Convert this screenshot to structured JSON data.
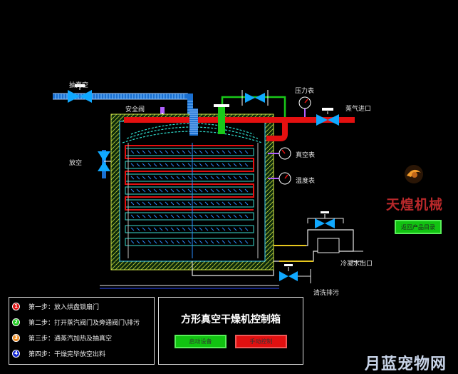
{
  "diagram": {
    "labels": {
      "vacuum_pump": "抽真空",
      "safety_valve": "安全阀",
      "pressure_gauge": "压力表",
      "steam_inlet": "蒸气进口",
      "vent": "放空",
      "vacuum_gauge": "真空表",
      "temp_gauge": "温度表",
      "condensate_outlet": "冷凝水出口",
      "cleaning_drain": "清洗排污"
    }
  },
  "steps": [
    {
      "num": "1",
      "text": "第一步：放入烘盘锁扇门",
      "color": "#e01010"
    },
    {
      "num": "2",
      "text": "第二步：打开蒸汽阀门及旁通阀门\\排污",
      "color": "#19c819"
    },
    {
      "num": "3",
      "text": "第三步：通蒸汽加热及抽真空",
      "color": "#f08c1e"
    },
    {
      "num": "4",
      "text": "第四步：干燥完毕放空出料",
      "color": "#1428d2"
    }
  ],
  "control": {
    "title": "方形真空干燥机控制箱",
    "start_label": "启动设备",
    "manual_label": "手动控制"
  },
  "brand": {
    "name": "天煌机械",
    "back_label": "返回产品目录"
  },
  "watermark": "月蓝宠物网"
}
